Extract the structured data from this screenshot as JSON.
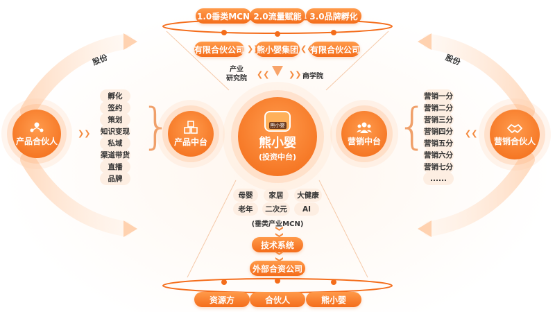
{
  "top_row": [
    "1.0垂类MCN",
    "2.0流量赋能",
    "3.0品牌孵化"
  ],
  "company_row": {
    "left": "有限合伙公司",
    "center": "熊小婴集团",
    "right": "有限合伙公司"
  },
  "research": {
    "left": "产业\n研究院",
    "right": "商学院"
  },
  "share_label": "股份",
  "left_partner": "产品合伙人",
  "right_partner": "营销合伙人",
  "product_center": "产品中台",
  "marketing_center": "营销中台",
  "center": {
    "logo": "熊小婴",
    "title": "熊小婴",
    "subtitle": "(投资中台)"
  },
  "product_items": [
    "孵化",
    "签约",
    "策划",
    "知识变现",
    "私域",
    "渠道带货",
    "直播",
    "品牌"
  ],
  "marketing_items": [
    "营销一分",
    "营销二分",
    "营销三分",
    "营销四分",
    "营销五分",
    "营销六分",
    "营销七分",
    "......"
  ],
  "verticals": [
    "母婴",
    "家居",
    "大健康",
    "老年",
    "二次元",
    "AI"
  ],
  "mcn_note": "(垂类产业MCN)",
  "tech_system": "技术系统",
  "external_company": "外部合资公司",
  "bottom_row": [
    "资源方",
    "合伙人",
    "熊小婴"
  ],
  "colors": {
    "accent": "#f46d1b",
    "light": "#fdeee2"
  }
}
